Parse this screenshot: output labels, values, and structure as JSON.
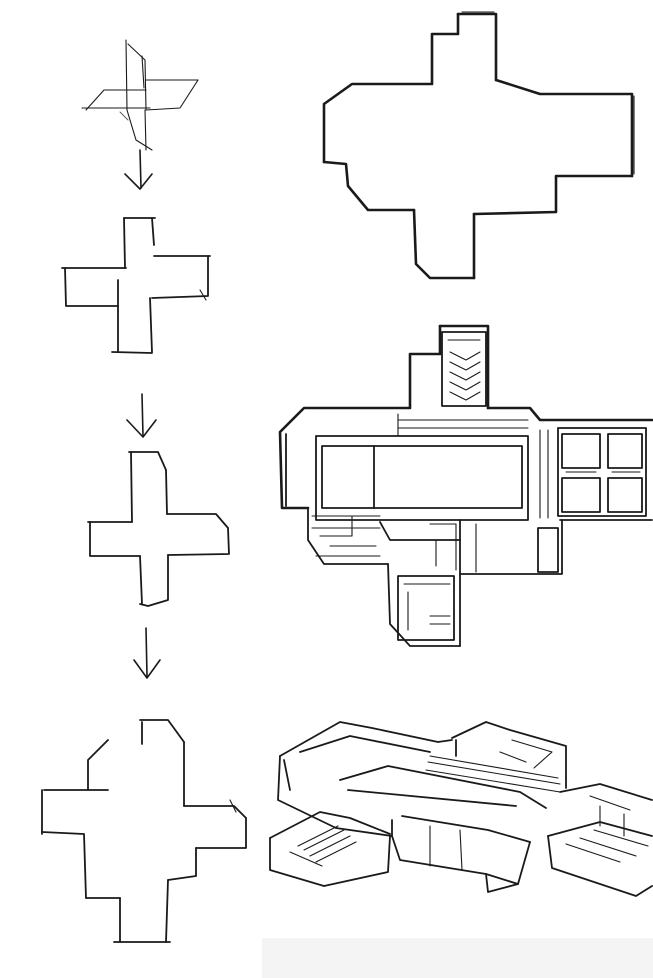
{
  "figure": {
    "description_visible_text": "",
    "columns": [
      "plan-evolution-sketches",
      "architectural-drawings"
    ],
    "left_column": {
      "steps": [
        "cross-sketch-1",
        "cross-sketch-2",
        "cross-sketch-3",
        "cross-sketch-4"
      ],
      "arrows": 3
    },
    "right_column": {
      "drawings": [
        "building-outline",
        "floor-plan",
        "axonometric-view"
      ]
    },
    "colors": {
      "ink": "#1a1a1a",
      "paper": "#ffffff"
    }
  }
}
